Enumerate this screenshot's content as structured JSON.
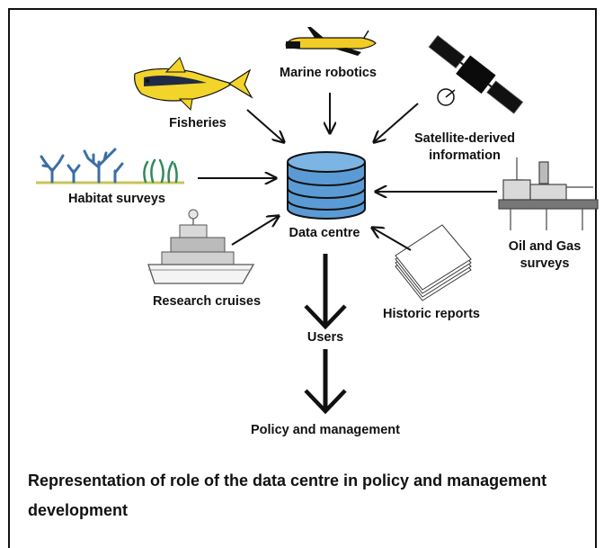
{
  "sources": {
    "marine_robotics": "Marine robotics",
    "fisheries": "Fisheries",
    "satellite": "Satellite-derived information",
    "habitat": "Habitat surveys",
    "oil_gas": "Oil and Gas surveys",
    "research_cruises": "Research cruises",
    "historic_reports": "Historic reports"
  },
  "centre": {
    "label": "Data centre",
    "icon": "database-icon"
  },
  "flow": {
    "users": "Users",
    "policy": "Policy and management"
  },
  "caption": "Representation of role of the data centre in policy and management development",
  "colors": {
    "database": "#5b9bd5",
    "fish_yellow": "#f2d42b",
    "seagrass": "#2e8b57",
    "coral": "#3b6fa3"
  }
}
